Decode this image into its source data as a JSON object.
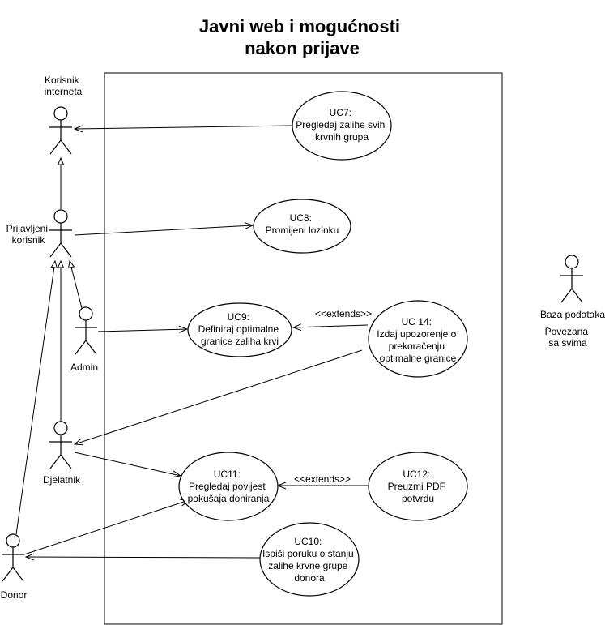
{
  "title": [
    "Javni web i mogućnosti",
    "nakon prijave"
  ],
  "actors": {
    "internet": [
      "Korisnik",
      "interneta"
    ],
    "prijavljeni": [
      "Prijavljeni",
      "korisnik"
    ],
    "admin": [
      "Admin"
    ],
    "djelatnik": [
      "Djelatnik"
    ],
    "donor": [
      "Donor"
    ],
    "baza": [
      "Baza podataka"
    ],
    "baza_note": [
      "Povezana",
      "sa svima"
    ]
  },
  "use_cases": {
    "uc7": [
      "UC7:",
      "Pregledaj zalihe svih",
      "krvnih grupa"
    ],
    "uc8": [
      "UC8:",
      "Promijeni lozinku"
    ],
    "uc9": [
      "UC9:",
      "Definiraj optimalne",
      "granice zaliha krvi"
    ],
    "uc14": [
      "UC 14:",
      "Izdaj upozorenje o",
      "prekoračenju",
      "optimalne granice"
    ],
    "uc11": [
      "UC11:",
      "Pregledaj povijest",
      "pokušaja doniranja"
    ],
    "uc12": [
      "UC12:",
      "Preuzmi PDF",
      "potvrdu"
    ],
    "uc10": [
      "UC10:",
      "Ispiši poruku o stanju",
      "zalihe krvne grupe",
      "donora"
    ]
  },
  "relations": {
    "extends_9_14": "<<extends>>",
    "extends_11_12": "<<extends>>"
  }
}
